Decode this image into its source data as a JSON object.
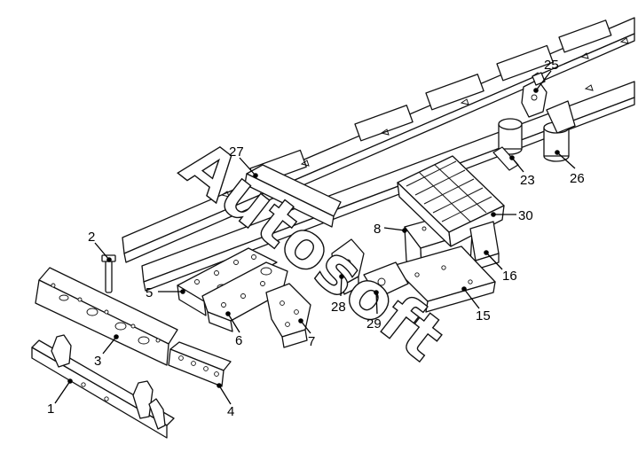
{
  "diagram": {
    "watermark": "Autosoft",
    "callouts": [
      "1",
      "2",
      "3",
      "4",
      "5",
      "6",
      "7",
      "8",
      "15",
      "16",
      "23",
      "25",
      "26",
      "27",
      "28",
      "29",
      "30"
    ]
  }
}
